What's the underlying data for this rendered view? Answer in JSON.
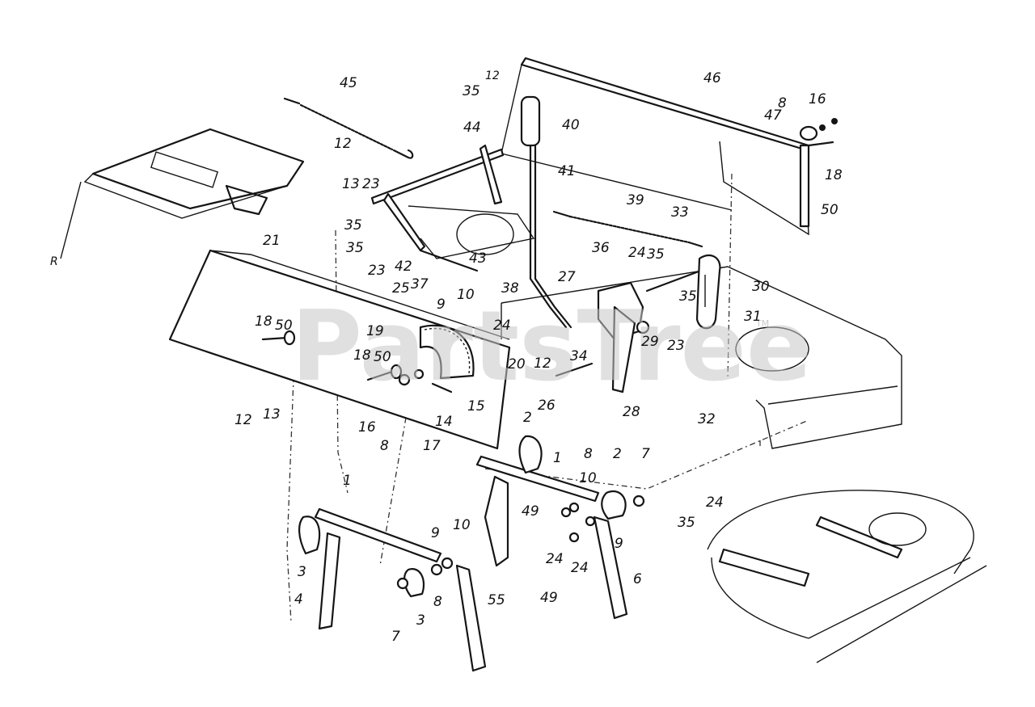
{
  "watermark": {
    "brand": "PartsTree",
    "trademark": "TM"
  },
  "callouts": [
    "45",
    "12",
    "35",
    "40",
    "44",
    "41",
    "46",
    "8",
    "16",
    "47",
    "18",
    "50",
    "12",
    "13",
    "23",
    "35",
    "35",
    "23",
    "42",
    "37",
    "43",
    "38",
    "39",
    "33",
    "21",
    "25",
    "10",
    "9",
    "36",
    "24",
    "35",
    "27",
    "30",
    "35",
    "31",
    "18",
    "50",
    "19",
    "24",
    "12",
    "34",
    "29",
    "23",
    "20",
    "18",
    "50",
    "15",
    "26",
    "28",
    "32",
    "12",
    "13",
    "16",
    "8",
    "17",
    "14",
    "2",
    "1",
    "2",
    "7",
    "8",
    "10",
    "1",
    "9",
    "10",
    "49",
    "24",
    "9",
    "3",
    "4",
    "8",
    "3",
    "7",
    "55",
    "49",
    "24",
    "6",
    "35",
    "24"
  ]
}
